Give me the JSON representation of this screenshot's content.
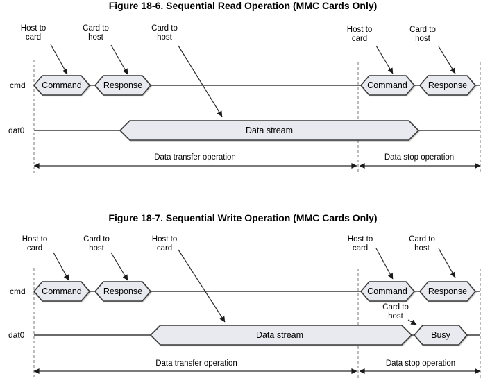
{
  "colors": {
    "shape_fill": "#e8eaf0",
    "shape_border": "#3a3a3a",
    "wire_line": "#3a3a3a",
    "dashed_line": "#7a7a7a",
    "text": "#000000"
  },
  "figure1": {
    "title": "Figure 18-6. Sequential Read Operation (MMC Cards Only)",
    "signal_labels": {
      "cmd": "cmd",
      "dat0": "dat0"
    },
    "annotations": {
      "host_to_card_1": "Host to card",
      "card_to_host_1": "Card to host",
      "card_to_host_stream": "Card to host",
      "host_to_card_2": "Host to card",
      "card_to_host_2": "Card to host"
    },
    "shapes": {
      "command_1": "Command",
      "response_1": "Response",
      "data_stream": "Data stream",
      "command_2": "Command",
      "response_2": "Response"
    },
    "measures": {
      "transfer": "Data transfer operation",
      "stop": "Data stop operation"
    }
  },
  "figure2": {
    "title": "Figure 18-7. Sequential Write Operation (MMC Cards Only)",
    "signal_labels": {
      "cmd": "cmd",
      "dat0": "dat0"
    },
    "annotations": {
      "host_to_card_1": "Host to card",
      "card_to_host_1": "Card to host",
      "host_to_card_stream": "Host to card",
      "host_to_card_2": "Host to card",
      "card_to_host_2": "Card to host",
      "card_to_host_busy": "Card to host"
    },
    "shapes": {
      "command_1": "Command",
      "response_1": "Response",
      "data_stream": "Data stream",
      "command_2": "Command",
      "response_2": "Response",
      "busy": "Busy"
    },
    "measures": {
      "transfer": "Data transfer operation",
      "stop": "Data stop operation"
    }
  }
}
